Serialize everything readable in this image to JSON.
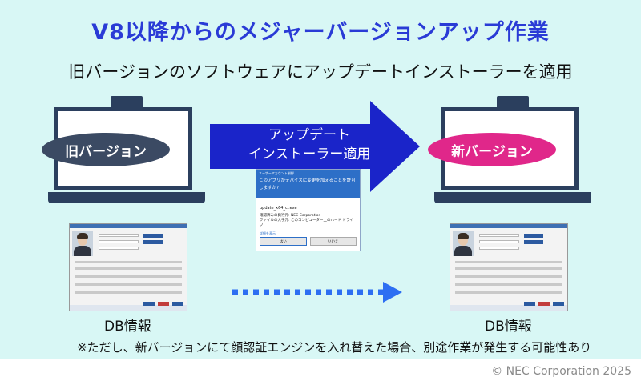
{
  "title": "V8以降からのメジャーバージョンアップ作業",
  "subtitle": "旧バージョンのソフトウェアにアップデートインストーラーを適用",
  "old_version_label": "旧バージョン",
  "new_version_label": "新バージョン",
  "arrow_label_line1": "アップデート",
  "arrow_label_line2": "インストーラー適用",
  "dialog": {
    "header": "ユーザーアカウント制御",
    "question": "このアプリがデバイスに変更を加えることを許可しますか?",
    "file": "update_x64_cl.exe",
    "publisher_line1": "確認済みの発行元: NEC Corporation",
    "publisher_line2": "ファイルの入手元: このコンピューター上のハード ドライブ",
    "details": "詳細を表示",
    "yes": "はい",
    "no": "いいえ"
  },
  "db_left": "DB情報",
  "db_right": "DB情報",
  "note": "※ただし、新バージョンにて顔認証エンジンを入れ替えた場合、別途作業が発生する可能性あり",
  "copyright": "© NEC Corporation 2025",
  "colors": {
    "background": "#d8f7f5",
    "title": "#2a3bd6",
    "laptop": "#2b3f5e",
    "old_pill": "#3b4a63",
    "new_pill": "#e0278a",
    "arrow": "#1a24c9",
    "dotted_arrow": "#2d6ff2"
  }
}
